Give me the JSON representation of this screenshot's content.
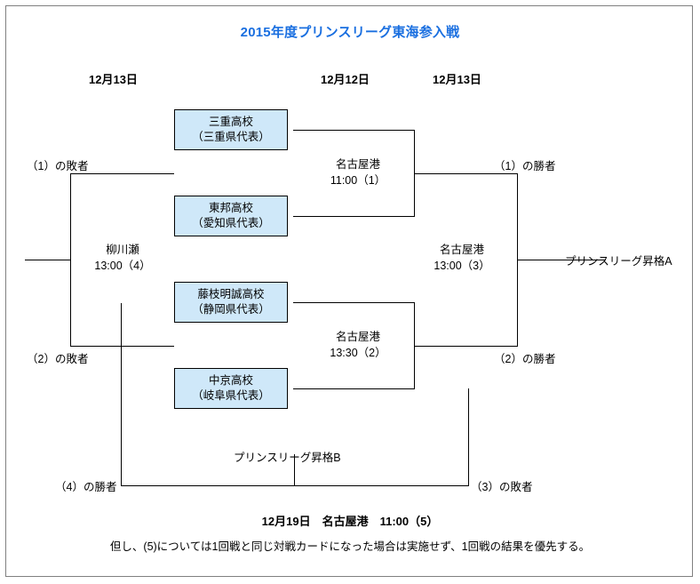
{
  "title": "2015年度プリンスリーグ東海参入戦",
  "title_color": "#1a6fe0",
  "box_fill_color": "#cfe8f9",
  "date_headers": [
    {
      "label": "12月13日"
    },
    {
      "label": "12月12日"
    },
    {
      "label": "12月13日"
    }
  ],
  "teams": [
    {
      "name": "三重高校",
      "region": "（三重県代表）"
    },
    {
      "name": "東邦高校",
      "region": "（愛知県代表）"
    },
    {
      "name": "藤枝明誠高校",
      "region": "（静岡県代表）"
    },
    {
      "name": "中京高校",
      "region": "（岐阜県代表）"
    }
  ],
  "matches": {
    "m1": {
      "venue": "名古屋港",
      "time": "11:00（1）"
    },
    "m2": {
      "venue": "名古屋港",
      "time": "13:30（2）"
    },
    "m3": {
      "venue": "名古屋港",
      "time": "13:00（3）"
    },
    "m4": {
      "venue": "柳川瀬",
      "time": "13:00（4）"
    }
  },
  "side_labels": {
    "loser1": "（1）の敗者",
    "loser2": "（2）の敗者",
    "winner1": "（1）の勝者",
    "winner2": "（2）の勝者",
    "winner4": "（4）の勝者",
    "loser3": "（3）の敗者",
    "promotion_a": "プリンスリーグ昇格A",
    "promotion_b": "プリンスリーグ昇格B"
  },
  "footer": {
    "line1": "12月19日　名古屋港　11:00（5）",
    "line2": "但し、(5)については1回戦と同じ対戦カードになった場合は実施せず、1回戦の結果を優先する。"
  }
}
